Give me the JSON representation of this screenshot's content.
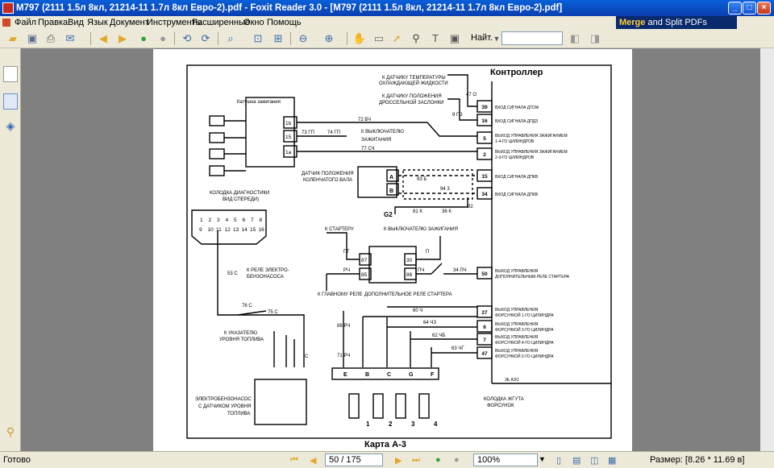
{
  "window": {
    "title": "M797 (2111 1.5л 8кл, 21214-11 1.7л 8кл Евро-2).pdf - Foxit Reader 3.0 - [M797 (2111 1.5л 8кл, 21214-11 1.7л 8кл Евро-2).pdf]"
  },
  "menu": [
    "Файл",
    "Правка",
    "Вид",
    "Язык",
    "Документ",
    "Инструменты",
    "Расширенные",
    "Окно",
    "Помощь"
  ],
  "brand": {
    "part1": "Merge",
    "part2": " and Split PDFs"
  },
  "toolbar": {
    "search_label": "Найт.",
    "search_value": ""
  },
  "status": {
    "ready": "Готово",
    "page": "50 / 175",
    "zoom": "100%",
    "size": "Размер: [8.26 * 11.69 в]"
  },
  "diagram": {
    "controller": "Контроллер",
    "coil": "Катушка зажигания",
    "diag_block": "КОЛОДКА ДИАГНОСТИКИ",
    "diag_view": "ВИД СПЕРЕДИ)",
    "temp_sensor_1": "К ДАТЧИКУ ТЕМПЕРАТУРЫ",
    "temp_sensor_2": "ОХЛАЖДАЮЩЕЙ ЖИДКОСТИ",
    "throttle_1": "К ДАТЧИКУ ПОЛОЖЕНИЯ",
    "throttle_2": "ДРОССЕЛЬНОЙ ЗАСЛОНКИ",
    "switch_1": "К ВЫКЛЮЧАТЕЛЮ",
    "switch_2": "ЗАЖИГАНИЯ",
    "crank_1": "ДАТЧИК ПОЛОЖЕНИЯ",
    "crank_2": "КОЛЕНЧАТОГО ВАЛА",
    "to_starter": "К СТАРТЕРУ",
    "to_ign_switch": "К ВЫКЛЮЧАТЕЛЮ ЗАЖИГАНИЯ",
    "pump_relay_1": "К РЕЛЕ ЭЛЕКТРО-",
    "pump_relay_2": "БЕНЗОНАСОСА",
    "main_relay": "К ГЛАВНОМУ РЕЛЕ",
    "starter_relay": "ДОПОЛНИТЕЛЬНОЕ РЕЛЕ СТАРТЕРА",
    "fuel_gauge_1": "К УКАЗАТЕЛЮ",
    "fuel_gauge_2": "УРОВНЯ ТОПЛИВА",
    "pump_1": "ЭЛЕКТРОБЕНЗОНАСОС",
    "pump_2": "С ДАТЧИКОМ УРОВНЯ",
    "pump_3": "ТОПЛИВА",
    "injector_block_1": "КОЛОДКА ЖГУТА",
    "injector_block_2": "ФОРСУНОК",
    "page_caption": "Карта А-3",
    "code": "3Е АЗ/1",
    "pins": [
      {
        "num": "39",
        "label": "ВХОД СИГНАЛА ДТОЖ"
      },
      {
        "num": "16",
        "label": "ВХОД СИГНАЛА ДПДЗ"
      },
      {
        "num": "5",
        "label": "ВЫХОД УПРАВЛЕНИЯ ЗАЖИГАНИЕМ",
        "label2": "1-4-ГО ЦИЛИНДРОВ"
      },
      {
        "num": "2",
        "label": "ВЫХОД УПРАВЛЕНИЯ ЗАЖИГАНИЕМ",
        "label2": "2-3-ГО ЦИЛИНДРОВ"
      },
      {
        "num": "15",
        "label": "ВХОД СИГНАЛА ДПКВ"
      },
      {
        "num": "34",
        "label": "ВХОД СИГНАЛА ДПКВ"
      },
      {
        "num": "50",
        "label": "ВЫХОД УПРАВЛЕНИЯ",
        "label2": "ДОПОЛНИТЕЛЬНЫМ РЕЛЕ СТАРТЕРА"
      },
      {
        "num": "27",
        "label": "ВЫХОД УПРАВЛЕНИЯ",
        "label2": "ФОРСУНКОЙ 1-ГО ЦИЛИНДРА"
      },
      {
        "num": "6",
        "label": "ВЫХОД УПРАВЛЕНИЯ",
        "label2": "ФОРСУНКОЙ 3-ГО ЦИЛИНДРА"
      },
      {
        "num": "7",
        "label": "ВЫХОД УПРАВЛЕНИЯ",
        "label2": "ФОРСУНКОЙ 4-ГО ЦИЛИНДРА"
      },
      {
        "num": "47",
        "label": "ВЫХОД УПРАВЛЕНИЯ",
        "label2": "ФОРСУНКОЙ 2-ГО ЦИЛИНДРА"
      }
    ],
    "wires": {
      "w47o": "47 О",
      "w9go": "9 ГО",
      "w72bch": "72 БЧ",
      "w73gp": "73 ГП",
      "w74gp": "74 ГП",
      "w77sch": "77 СЧ",
      "w93b": "93 Б",
      "w943": "94 3",
      "w92": "92",
      "g2": "G2",
      "w81k": "81 К",
      "w36k": "36 К",
      "w53c": "53 С",
      "w76c": "76 С",
      "w75c": "75 С",
      "pg": "ПГ",
      "p": "П",
      "rch": "РЧ",
      "pch": "ПЧ",
      "w34pch": "34 ПЧ",
      "w88rch": "88 РЧ",
      "w71rch": "71 РЧ",
      "w60ch": "60 Ч",
      "w64chz": "64 ЧЗ",
      "w62chb": "62 ЧБ",
      "w63chg": "63 ЧГ",
      "c": "С"
    },
    "coil_pins": [
      "1b",
      "15",
      "1a"
    ],
    "relay_pins": [
      "87",
      "85",
      "30",
      "86"
    ],
    "crank_pins": [
      "A",
      "B"
    ],
    "diag_row1": [
      "1",
      "2",
      "3",
      "4",
      "5",
      "6",
      "7",
      "8"
    ],
    "diag_row2": [
      "9",
      "10",
      "11",
      "12",
      "13",
      "14",
      "15",
      "16"
    ],
    "inj_pins": [
      "E",
      "B",
      "C",
      "G",
      "F"
    ],
    "cylinders": [
      "1",
      "2",
      "3",
      "4"
    ]
  }
}
